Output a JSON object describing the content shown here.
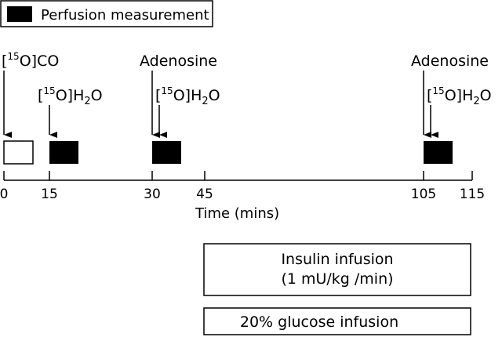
{
  "legend": {
    "label": "Perfusion measurement"
  },
  "tracers": {
    "co": {
      "open": "[",
      "sup": "15",
      "close": "O]CO"
    },
    "water": {
      "open": "[",
      "sup": "15",
      "mid": "O]H",
      "sub": "2",
      "end": "O"
    }
  },
  "events": {
    "adenosine_1": "Adenosine",
    "adenosine_2": "Adenosine"
  },
  "axis": {
    "title": "Time (mins)",
    "ticks": [
      "0",
      "15",
      "30",
      "45",
      "105",
      "115"
    ]
  },
  "infusions": {
    "insulin_line1": "Insulin infusion",
    "insulin_line2": "(1 mU/kg /min)",
    "glucose": "20% glucose infusion"
  },
  "colors": {
    "fill": "#000000",
    "stroke": "#000000",
    "background": "#ffffff"
  }
}
